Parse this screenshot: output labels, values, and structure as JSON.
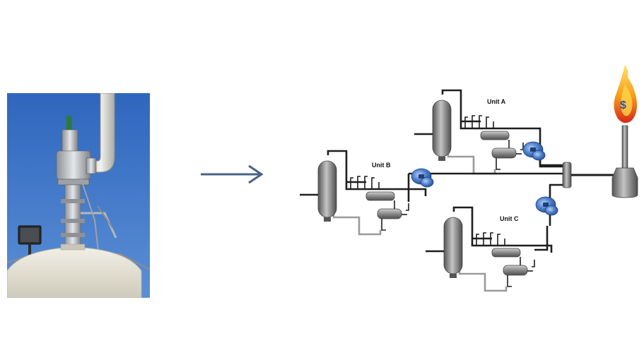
{
  "units": [
    {
      "id": "a",
      "label": "Unit A"
    },
    {
      "id": "b",
      "label": "Unit B"
    },
    {
      "id": "c",
      "label": "Unit C"
    }
  ],
  "flare": {
    "symbol": "$"
  },
  "colors": {
    "sky": "#3f78c9",
    "arrow": "#4a6285",
    "pipe_dark": "#222222",
    "pipe_light": "#9a9a9a",
    "vessel": "#7a7a7a",
    "meter": "#3a6fc4",
    "flame": "#f29a1c"
  }
}
